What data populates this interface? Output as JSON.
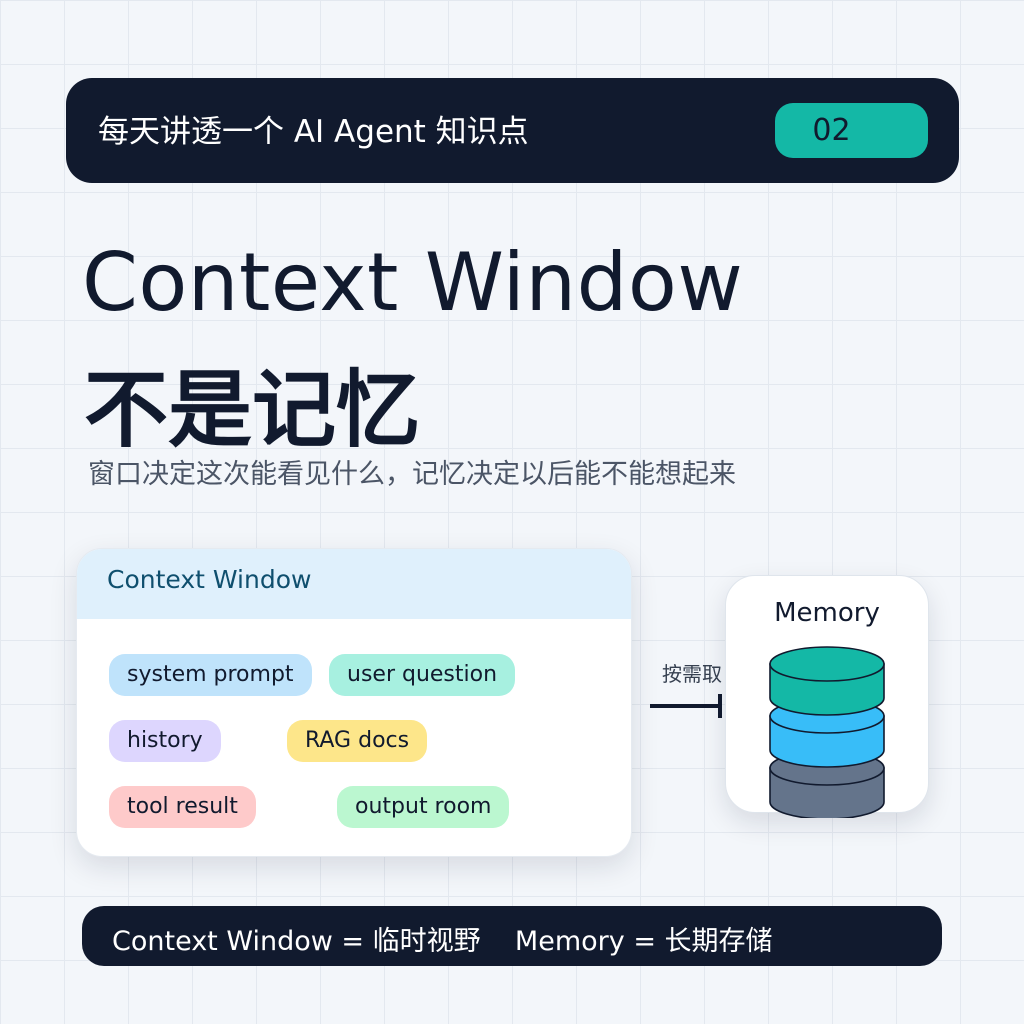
{
  "header": {
    "title": "每天讲透一个 AI Agent 知识点",
    "badge": "02"
  },
  "main": {
    "title": "Context Window",
    "subtitle": "不是记忆",
    "tagline": "窗口决定这次能看见什么，记忆决定以后能不能想起来"
  },
  "context_window": {
    "title": "Context Window",
    "chips": [
      {
        "label": "system prompt",
        "color": "#bfe3fb"
      },
      {
        "label": "user question",
        "color": "#a7f0e0"
      },
      {
        "label": "history",
        "color": "#ddd6fe"
      },
      {
        "label": "RAG docs",
        "color": "#fde68a"
      },
      {
        "label": "tool result",
        "color": "#fecaca"
      },
      {
        "label": "output room",
        "color": "#bbf7d0"
      }
    ]
  },
  "arrow": {
    "label": "按需取"
  },
  "memory": {
    "title": "Memory",
    "layer_colors": [
      "#14b8a6",
      "#38bdf8",
      "#64748b"
    ]
  },
  "footer": {
    "text": "Context Window = 临时视野    Memory = 长期存储"
  },
  "colors": {
    "dark": "#111a2e",
    "accent": "#14b8a6",
    "card_header": "#dff0fc"
  }
}
